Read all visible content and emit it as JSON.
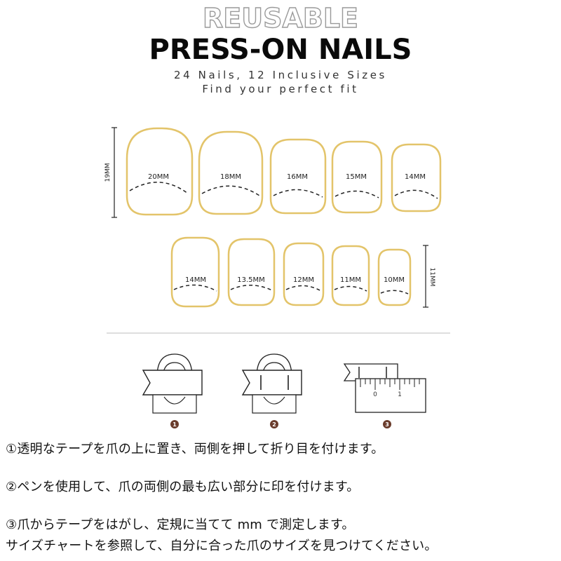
{
  "header": {
    "title_outline": "REUSABLE",
    "title_main": "PRESS-ON NAILS",
    "subtitle_1": "24 Nails, 12 Inclusive Sizes",
    "subtitle_2": "Find your perfect fit"
  },
  "nails_row1": {
    "height_label": "19MM",
    "sizes": [
      "20MM",
      "18MM",
      "16MM",
      "15MM",
      "14MM"
    ]
  },
  "nails_row2": {
    "height_label": "11MM",
    "sizes": [
      "14MM",
      "13.5MM",
      "12MM",
      "11MM",
      "10MM"
    ]
  },
  "steps": {
    "numbers": [
      "1",
      "2",
      "3"
    ],
    "ruler_ticks": [
      "0",
      "1"
    ]
  },
  "instructions": {
    "line1": "①透明なテープを爪の上に置き、両側を押して折り目を付けます。",
    "line2": "②ペンを使用して、爪の両側の最も広い部分に印を付けます。",
    "line3": "③爪からテープをはがし、定規に当てて mm で測定します。",
    "line4": "サイズチャートを参照して、自分に合った爪のサイズを見つけてください。"
  },
  "colors": {
    "nail_outline": "#e3c46a",
    "step_badge": "#6a3c2c"
  }
}
